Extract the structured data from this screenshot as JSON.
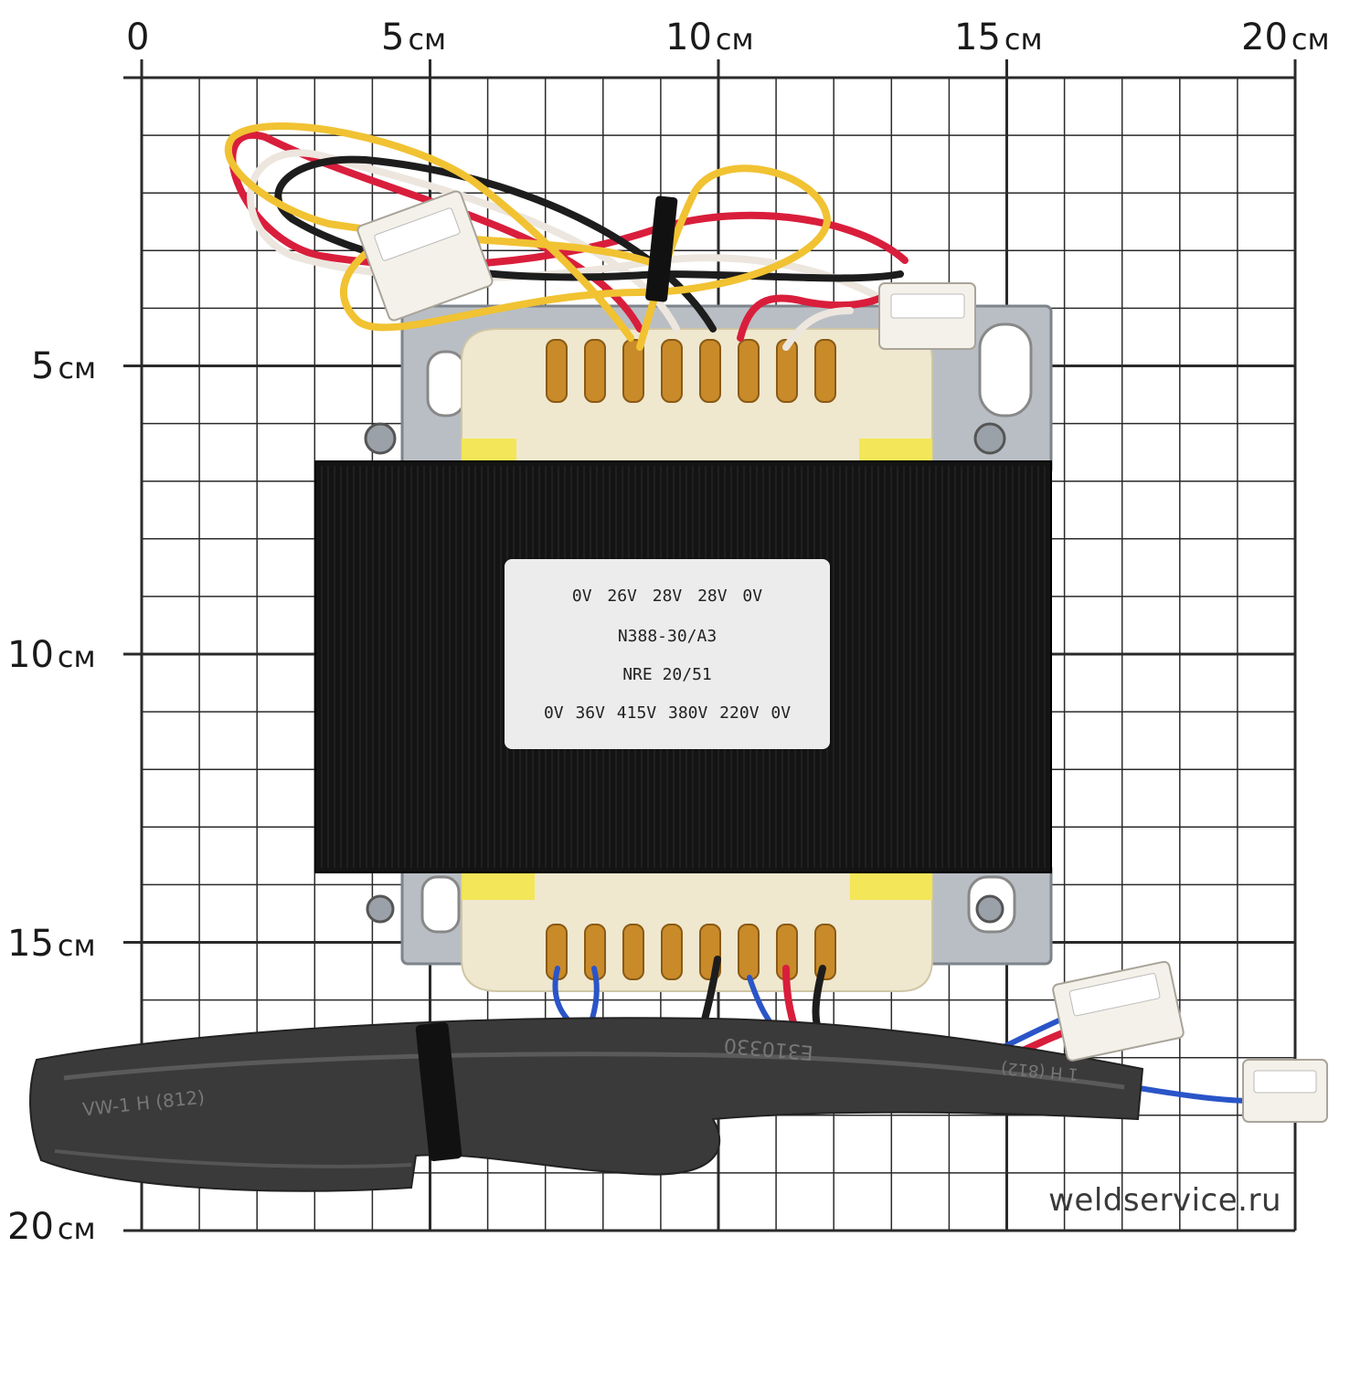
{
  "scale": {
    "unit": "см",
    "top_ticks": [
      {
        "value": "0",
        "unit": ""
      },
      {
        "value": "5",
        "unit": "см"
      },
      {
        "value": "10",
        "unit": "см"
      },
      {
        "value": "15",
        "unit": "см"
      },
      {
        "value": "20",
        "unit": "см"
      }
    ],
    "left_ticks": [
      {
        "value": "5",
        "unit": "см"
      },
      {
        "value": "10",
        "unit": "см"
      },
      {
        "value": "15",
        "unit": "см"
      },
      {
        "value": "20",
        "unit": "см"
      }
    ]
  },
  "nameplate": {
    "line1": "0V  26V    28V  28V  0V",
    "line2": "N388-30/A3",
    "line3": "NRE 20/51",
    "line4": "0V 36V 415V 380V 220V 0V"
  },
  "cable_print": {
    "left": "VW-1 H  (812)",
    "middle": "E310330",
    "right": "1 H  (812)"
  },
  "watermark": "weldservice.ru",
  "colors": {
    "grid": "#2a2a2a",
    "core": "#141414",
    "bobbin": "#efe8cf",
    "tape": "#f3e64a",
    "bracket": "#b9bec4",
    "wire_yellow": "#f1c232",
    "wire_red": "#d91e3c",
    "wire_white": "#ece6de",
    "wire_black": "#1d1d1d",
    "wire_blue": "#2a55c8",
    "sleeve": "#3a3a3a"
  }
}
